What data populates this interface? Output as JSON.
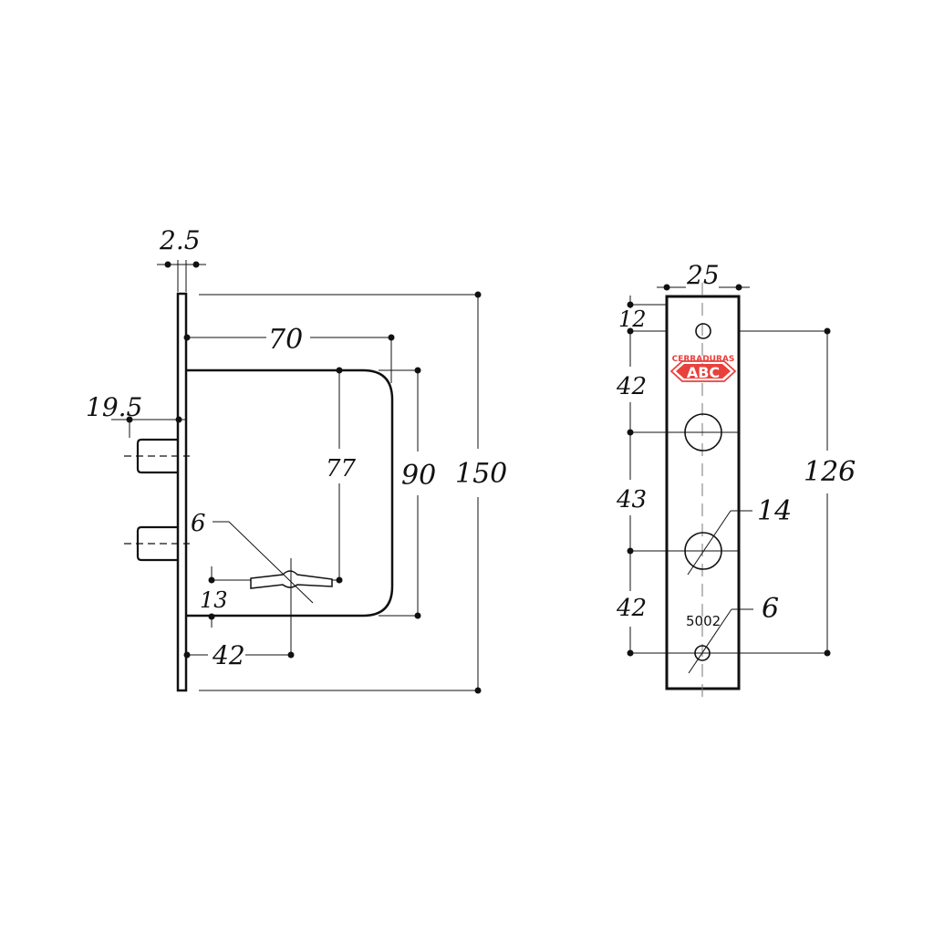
{
  "colors": {
    "line": "#111111",
    "background": "#ffffff",
    "logo_red": "#e8413c"
  },
  "side_view": {
    "dimensions": {
      "faceplate_thickness": "2.5",
      "backset_width": "70",
      "bolt_offset": "19.5",
      "case_height_inner": "77",
      "case_height": "90",
      "faceplate_length": "150",
      "keyhole_diameter": "6",
      "keyhole_offset": "13",
      "keyhole_distance": "42"
    }
  },
  "front_view": {
    "dimensions": {
      "faceplate_width": "25",
      "top_hole_offset": "12",
      "spacing_1": "42",
      "spacing_2": "43",
      "spacing_3": "42",
      "total_hole_span": "126",
      "cylinder_hole_diameter": "14",
      "screw_hole_diameter": "6"
    },
    "model_number": "5002",
    "logo": {
      "brand_top": "CERRADURAS",
      "brand_main": "ABC"
    }
  }
}
